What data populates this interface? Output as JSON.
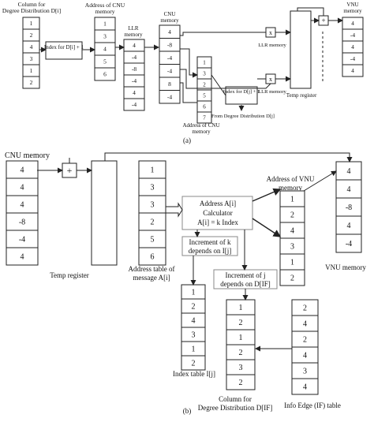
{
  "panel_a": {
    "caption": "(a)",
    "degree_col": {
      "title1": "Column for",
      "title2": "Degree Distribution D[i]",
      "values": [
        "1",
        "2",
        "4",
        "3",
        "1",
        "2"
      ]
    },
    "index_box": "Index for D[i] + 1",
    "addr_cnu": {
      "title1": "Address of CNU",
      "title2": "memory",
      "values": [
        "1",
        "3",
        "4",
        "5",
        "6"
      ]
    },
    "llr_mem": {
      "title1": "LLR",
      "title2": "memory",
      "values": [
        "4",
        "-4",
        "-8",
        "-4",
        "4",
        "-4"
      ]
    },
    "cnu_mem": {
      "title1": "CNU",
      "title2": "memory",
      "values": [
        "4",
        "-8",
        "-4",
        "-4",
        "8",
        "-4"
      ]
    },
    "addr_cnu2": {
      "title1": "Address of CNU",
      "title2": "memory",
      "values": [
        "1",
        "3",
        "2",
        "5",
        "6",
        "7"
      ]
    },
    "index_box2": "Index for D[j] + 1",
    "from_degree": "From Degree Distribution D[j]",
    "llr_mem_label1": "LLR memory",
    "llr_mem_label2": "LLR memory",
    "temp_register": "Temp register",
    "vnu_mem": {
      "title1": "VNU",
      "title2": "memory",
      "values": [
        "4",
        "-4",
        "4",
        "-4",
        "4"
      ]
    },
    "mult_symbol": "x",
    "plus_symbol": "+"
  },
  "panel_b": {
    "caption": "(b)",
    "cnu_memory": {
      "title": "CNU memory",
      "values": [
        "4",
        "4",
        "4",
        "-8",
        "-4",
        "4"
      ]
    },
    "plus_symbol": "+",
    "temp_register": "Temp register",
    "addr_table": {
      "title1": "Address table of",
      "title2": "message A[i]",
      "values": [
        "1",
        "3",
        "3",
        "2",
        "5",
        "6"
      ]
    },
    "calc": {
      "line1": "Address A[i]",
      "line2": "Calculator",
      "line3": "A[i] = k Index"
    },
    "incr_k": {
      "line1": "Increment of k",
      "line2": "depends on I[j]"
    },
    "incr_j": {
      "line1": "Increment of j",
      "line2": "depends on D[IF]"
    },
    "addr_vnu": {
      "title1": "Address of VNU",
      "title2": "memory",
      "values": [
        "1",
        "2",
        "4",
        "3",
        "1",
        "2"
      ]
    },
    "vnu_memory": {
      "title": "VNU memory",
      "values": [
        "4",
        "4",
        "-8",
        "4",
        "-4"
      ]
    },
    "index_table": {
      "title": "Index table I[j]",
      "values": [
        "1",
        "2",
        "4",
        "3",
        "1",
        "2"
      ]
    },
    "degree_col": {
      "title1": "Column for",
      "title2": "Degree Distribution D[IF]",
      "values": [
        "1",
        "2",
        "1",
        "2",
        "3",
        "2"
      ]
    },
    "info_edge": {
      "title": "Info Edge (IF) table",
      "values": [
        "2",
        "4",
        "2",
        "4",
        "3",
        "4"
      ]
    }
  }
}
